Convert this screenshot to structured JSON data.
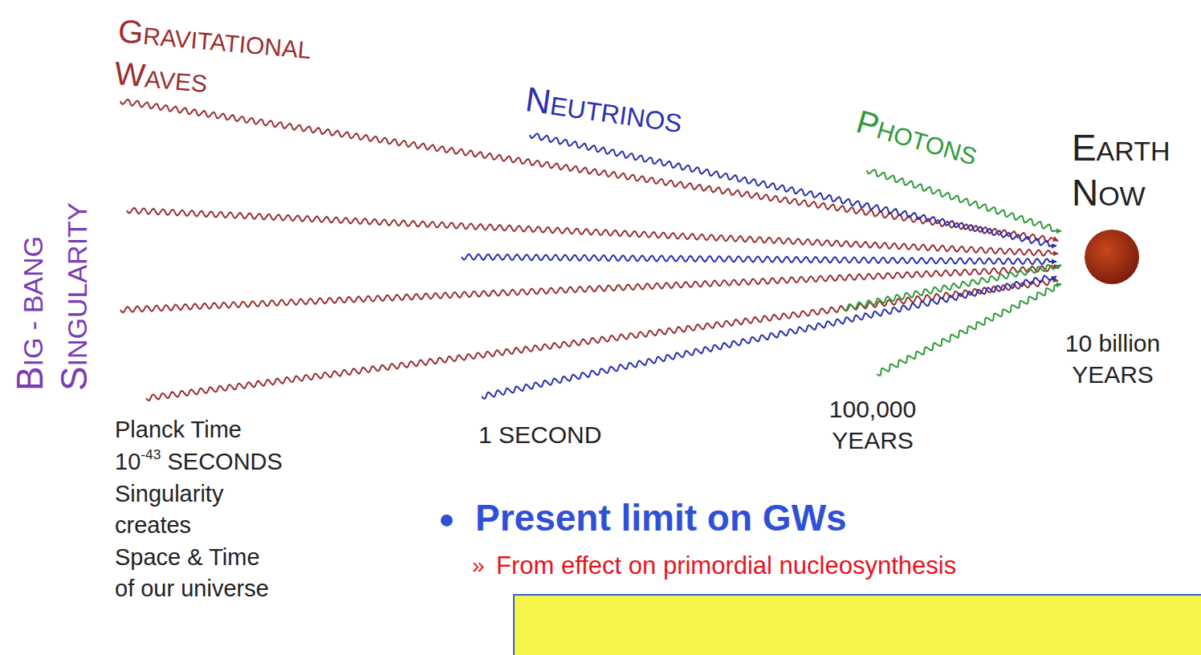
{
  "diagram": {
    "labels": [
      "GRAVITATIONAL WAVES",
      "NEUTRINOS",
      "PHOTONS",
      "EARTH NOW",
      "BIG - BANG SINGULARITY",
      "10 billion YEARS",
      "Planck Time",
      "10-43 SECONDS",
      "Singularity creates Space & Time of our universe",
      "1 SECOND",
      "100,000 YEARS",
      "●",
      "Present limit on GWs",
      "»",
      "From effect on primordial nucleosynthesis"
    ]
  }
}
